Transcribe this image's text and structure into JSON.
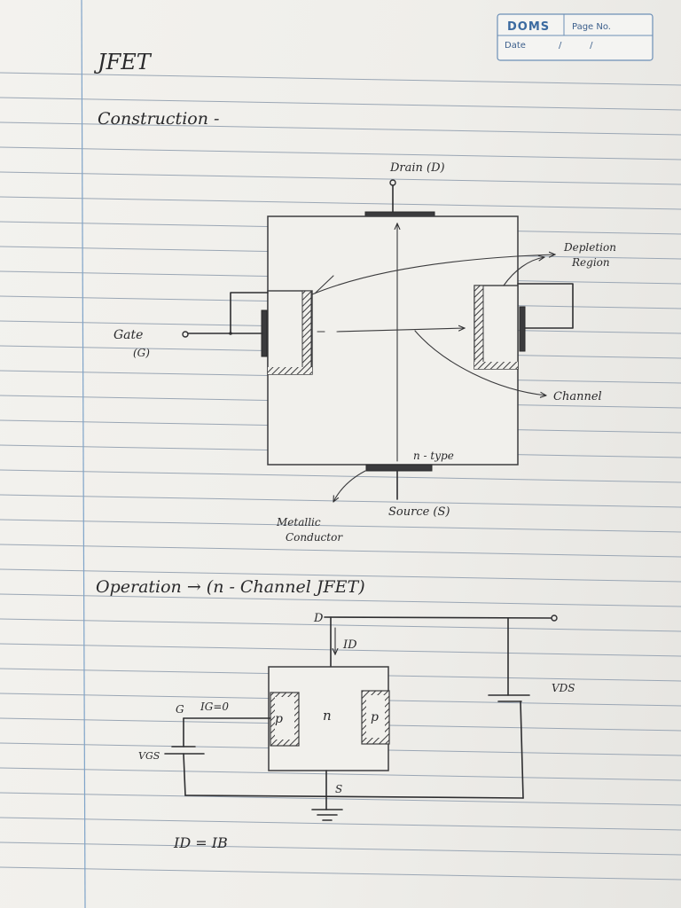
{
  "header": {
    "brand": "DOMS",
    "page_no_label": "Page No.",
    "date_label": "Date",
    "date_slashes": "/          /"
  },
  "title": "JFET",
  "construction": {
    "heading": "Construction -",
    "drain_label": "Drain (D)",
    "gate_label_line1": "Gate",
    "gate_label_line2": "(G)",
    "depletion_line1": "Depletion",
    "depletion_line2": "Region",
    "channel_label": "Channel",
    "ntype_label": "n - type",
    "source_label": "Source (S)",
    "metallic_line1": "Metallic",
    "metallic_line2": "Conductor"
  },
  "operation": {
    "heading": "Operation → (n - Channel JFET)",
    "d_label": "D",
    "id_label": "ID",
    "vds_label": "VDS",
    "g_label": "G",
    "ig_label": "IG=0",
    "vgs_label": "VGS",
    "p_left": "p",
    "n_label": "n",
    "p_right": "p",
    "s_label": "S",
    "equation": "ID = IB"
  },
  "colors": {
    "ink": "#2e2e30",
    "ruling": "#9aa6b4",
    "margin": "#7fa3c8",
    "header_blue": "#3b6aa0"
  }
}
